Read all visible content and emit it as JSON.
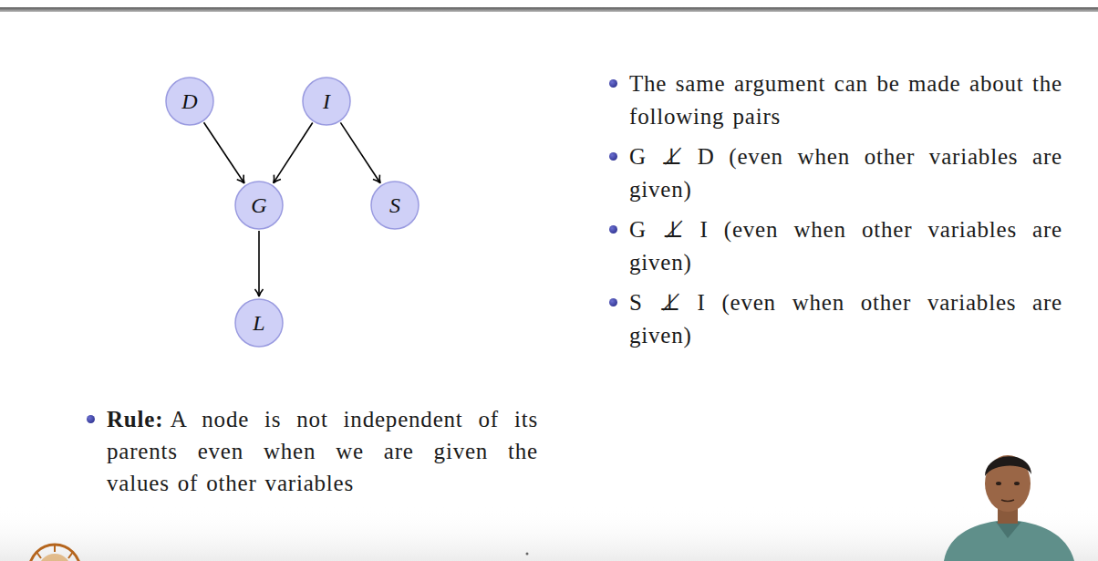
{
  "diagram": {
    "nodes": [
      {
        "text": [
          "D"
        ]
      },
      {
        "text": [
          "I"
        ]
      },
      {
        "text": [
          "G"
        ]
      },
      {
        "text": [
          "S"
        ]
      },
      {
        "text": [
          "L"
        ]
      }
    ],
    "edges": [
      {
        "from": 0,
        "to": 2,
        "arrow": "to"
      },
      {
        "from": 1,
        "to": 2,
        "arrow": "to"
      },
      {
        "from": 1,
        "to": 3,
        "arrow": "to"
      },
      {
        "from": 2,
        "to": 4,
        "arrow": "to"
      }
    ],
    "labels": [
      "The same argument can be made about the following pairs",
      "G ⊥̸ D (even when other variables are given)",
      "G ⊥̸ I (even when other variables are given)",
      "S ⊥̸ I (even when other variables are given)",
      "Rule:",
      "A node is not independent of its parents even when we are given the values of other variables"
    ]
  }
}
